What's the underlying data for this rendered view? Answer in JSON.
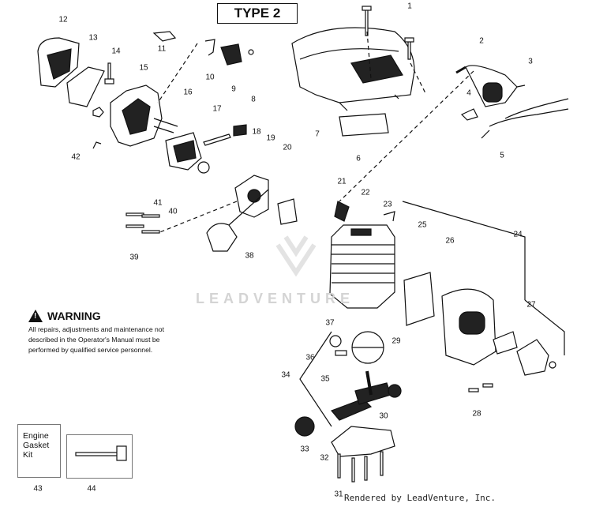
{
  "title": "TYPE 2",
  "warning": {
    "heading": "WARNING",
    "line1": "All repairs, adjustments and maintenance not",
    "line2": "described in the Operator's Manual must be",
    "line3": "performed by qualified  service personnel."
  },
  "kit": {
    "line1": "Engine",
    "line2": "Gasket",
    "line3": "Kit"
  },
  "watermark": "LEADVENTURE",
  "footer": "Rendered by LeadVenture, Inc.",
  "labels": [
    "1",
    "2",
    "3",
    "4",
    "5",
    "6",
    "7",
    "8",
    "9",
    "10",
    "11",
    "12",
    "13",
    "14",
    "15",
    "16",
    "17",
    "18",
    "19",
    "20",
    "21",
    "22",
    "23",
    "24",
    "25",
    "26",
    "27",
    "28",
    "29",
    "30",
    "31",
    "32",
    "33",
    "34",
    "35",
    "36",
    "37",
    "38",
    "39",
    "40",
    "41",
    "42",
    "43",
    "44"
  ]
}
